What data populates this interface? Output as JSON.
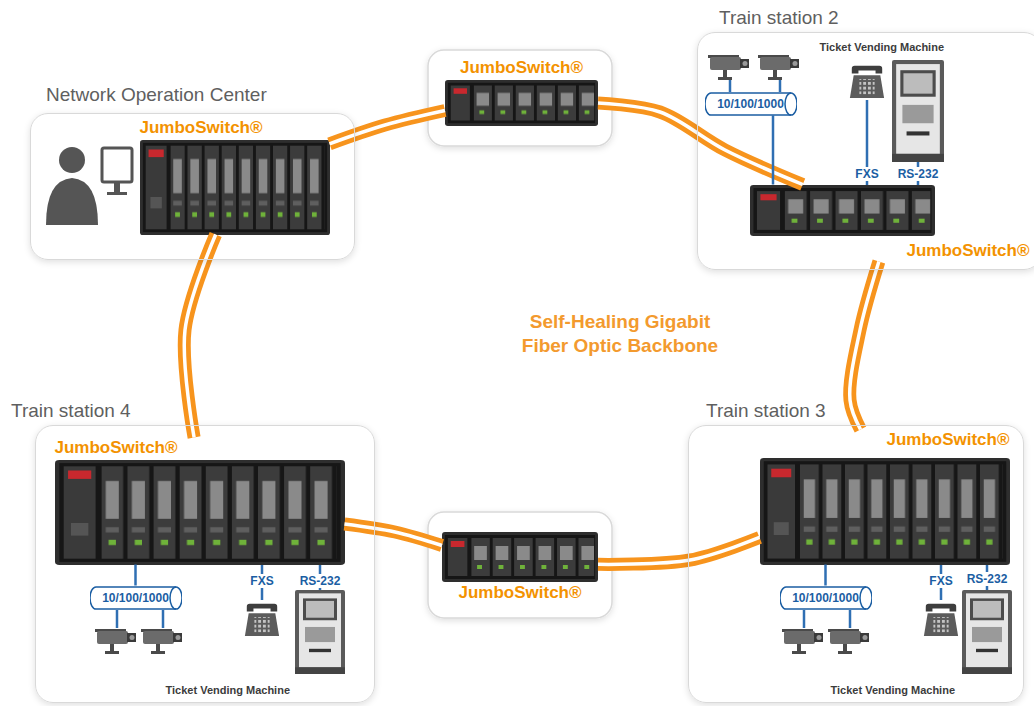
{
  "diagram": {
    "nodes": [
      {
        "text": [
          "Network Operation Center"
        ]
      },
      {
        "text": [
          "JumboSwitch®"
        ],
        "in": 0
      },
      {
        "text": [
          "JumboSwitch®"
        ]
      },
      {
        "text": [
          "Train station 2"
        ]
      },
      {
        "text": [
          "10/100/1000"
        ],
        "in": 3
      },
      {
        "text": [
          "JumboSwitch®"
        ],
        "in": 3
      },
      {
        "text": [
          "Train station 4"
        ]
      },
      {
        "text": [
          "JumboSwitch®"
        ],
        "in": 6
      },
      {
        "text": [
          "10/100/1000"
        ],
        "in": 6
      },
      {
        "text": [
          "JumboSwitch®"
        ]
      },
      {
        "text": [
          "Train station 3"
        ]
      },
      {
        "text": [
          "JumboSwitch®"
        ],
        "in": 10
      },
      {
        "text": [
          "10/100/1000"
        ],
        "in": 10
      }
    ],
    "edges": [
      {
        "from": 1,
        "to": 2,
        "arrow": "none"
      },
      {
        "from": 2,
        "to": 5,
        "arrow": "none"
      },
      {
        "from": 5,
        "to": 11,
        "arrow": "none"
      },
      {
        "from": 11,
        "to": 9,
        "arrow": "none"
      },
      {
        "from": 9,
        "to": 7,
        "arrow": "none"
      },
      {
        "from": 7,
        "to": 1,
        "arrow": "none"
      },
      {
        "from": 4,
        "to": 5,
        "arrow": "none"
      },
      {
        "from": 8,
        "to": 7,
        "arrow": "none"
      },
      {
        "from": 12,
        "to": 11,
        "arrow": "none"
      }
    ],
    "labels": [
      "Self-Healing Gigabit Fiber Optic Backbone",
      "Ticket Vending Machine",
      "FXS",
      "RS-232",
      "FXS",
      "RS-232",
      "Ticket Vending Machine",
      "FXS",
      "RS-232",
      "Ticket Vending Machine"
    ]
  }
}
